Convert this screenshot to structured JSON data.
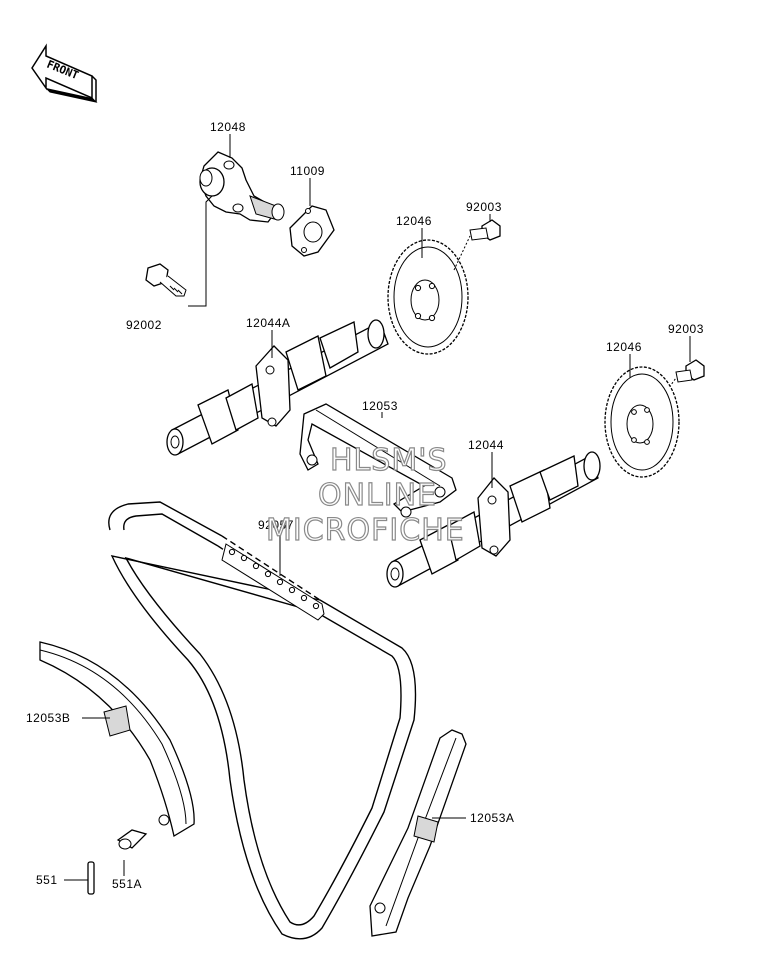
{
  "front_indicator": {
    "text": "FRONT"
  },
  "parts": {
    "p12048": "12048",
    "p11009": "11009",
    "p92002": "92002",
    "p12046_upper": "12046",
    "p92003_upper": "92003",
    "p12044A": "12044A",
    "p12053": "12053",
    "p92003_lower": "92003",
    "p12046_lower": "12046",
    "p12044": "12044",
    "p92057": "92057",
    "p12053B": "12053B",
    "p12053A": "12053A",
    "p551": "551",
    "p551A": "551A"
  },
  "watermark": {
    "line1": "HLSM'S",
    "line2": "ONLINE",
    "line3": "MICROFICHE"
  }
}
